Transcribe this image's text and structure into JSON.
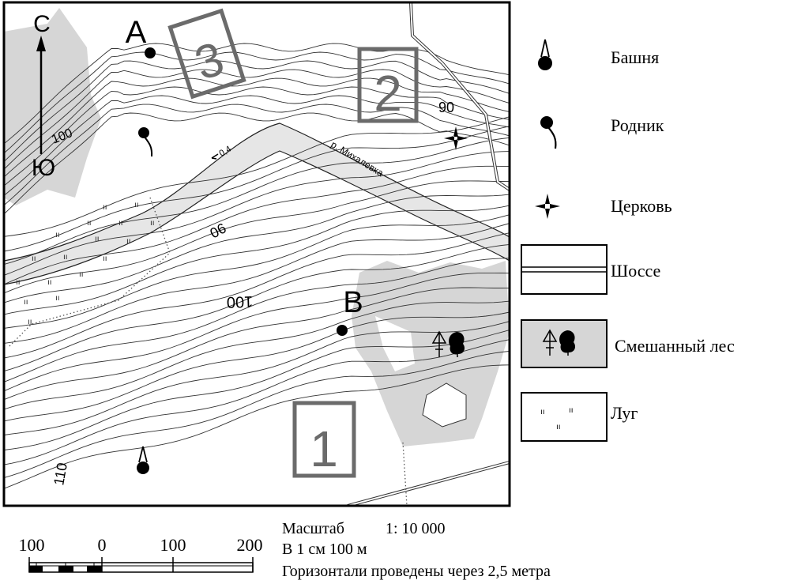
{
  "map": {
    "points": {
      "a": "А",
      "b": "В"
    },
    "areas": [
      "3",
      "2",
      "1"
    ],
    "compass": {
      "north": "С",
      "south": "Ю"
    },
    "contour_labels": [
      "100",
      "90",
      "06",
      "100",
      "110"
    ],
    "river": {
      "name": "р. Михалевка",
      "speed": "0,4"
    }
  },
  "legend": {
    "tower": "Башня",
    "spring": "Родник",
    "church": "Церковь",
    "highway": "Шоссе",
    "mixed_forest": "Смешанный лес",
    "meadow": "Луг"
  },
  "scale": {
    "ticks": [
      "100",
      "0",
      "100",
      "200"
    ],
    "label": "Масштаб",
    "ratio": "1: 10 000",
    "per_cm": "В 1 см 100 м",
    "contour_interval": "Горизонтали проведены через 2,5 метра"
  },
  "colors": {
    "forest": "#d6d6d6",
    "river": "#e6e6e6",
    "box": "#6b6b6b"
  }
}
